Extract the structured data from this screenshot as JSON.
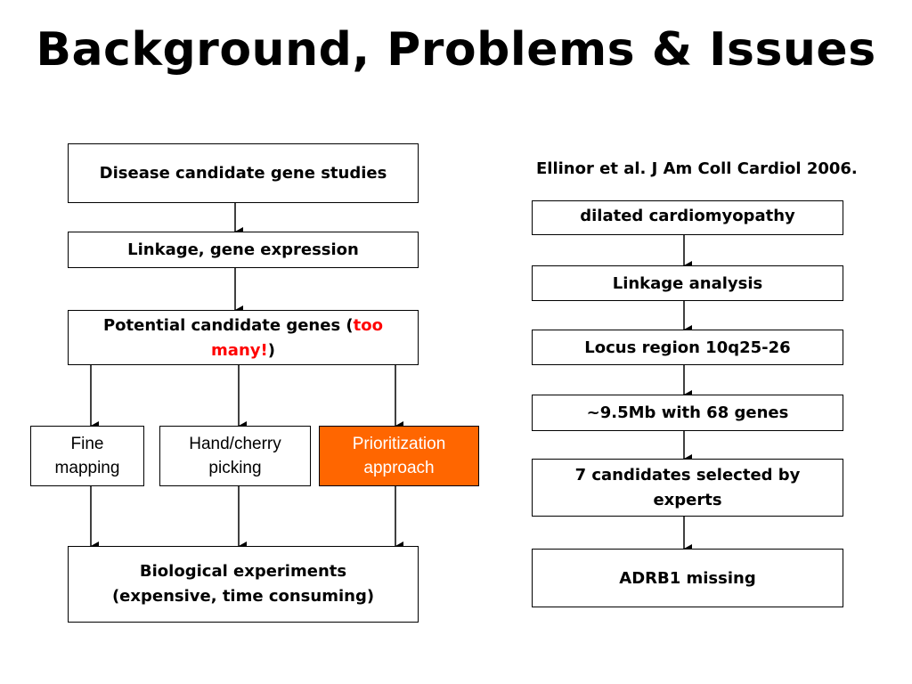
{
  "slide": {
    "title": "Background, Problems & Issues"
  },
  "left_flow": {
    "disease_candidate": "Disease candidate gene studies",
    "linkage_expression": "Linkage, gene expression",
    "potential_text": "Potential candidate genes (",
    "potential_highlight": "too many!",
    "potential_close": ")",
    "fine_mapping_line1": "Fine",
    "fine_mapping_line2": "mapping",
    "hand_cherry_line1": "Hand/cherry",
    "hand_cherry_line2": "picking",
    "prioritization_line1": "Prioritization",
    "prioritization_line2": "approach",
    "biological_line1": "Biological experiments",
    "biological_line2": "(expensive, time consuming)"
  },
  "right_flow": {
    "citation": "Ellinor et al. J Am Coll Cardiol 2006.",
    "steps": [
      "dilated cardiomyopathy",
      "Linkage analysis",
      "Locus region 10q25-26",
      "~9.5Mb with 68 genes",
      "7 candidates selected by experts",
      "ADRB1 missing"
    ]
  },
  "colors": {
    "highlight_fill": "#ff6600",
    "highlight_text": "#ffffff",
    "warning_text": "#ff0000",
    "box_border": "#000000"
  }
}
